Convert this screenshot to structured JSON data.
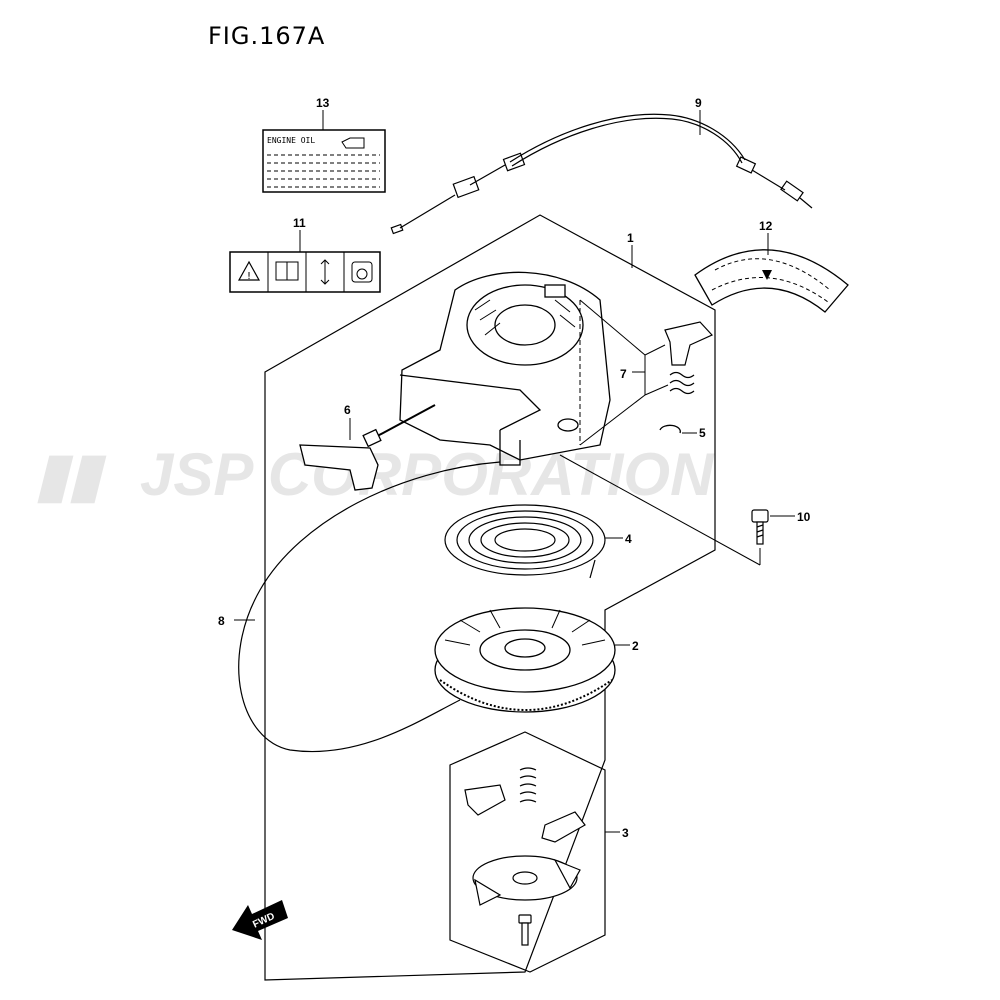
{
  "figure": {
    "title": "FIG.167A",
    "watermark": "JSP CORPORATION",
    "engine_oil_label": "ENGINE OIL",
    "fwd_label": "FWD"
  },
  "callouts": {
    "c1": "1",
    "c2": "2",
    "c3": "3",
    "c4": "4",
    "c5": "5",
    "c6": "6",
    "c7": "7",
    "c8": "8",
    "c9": "9",
    "c10": "10",
    "c11": "11",
    "c12": "12",
    "c13": "13"
  }
}
